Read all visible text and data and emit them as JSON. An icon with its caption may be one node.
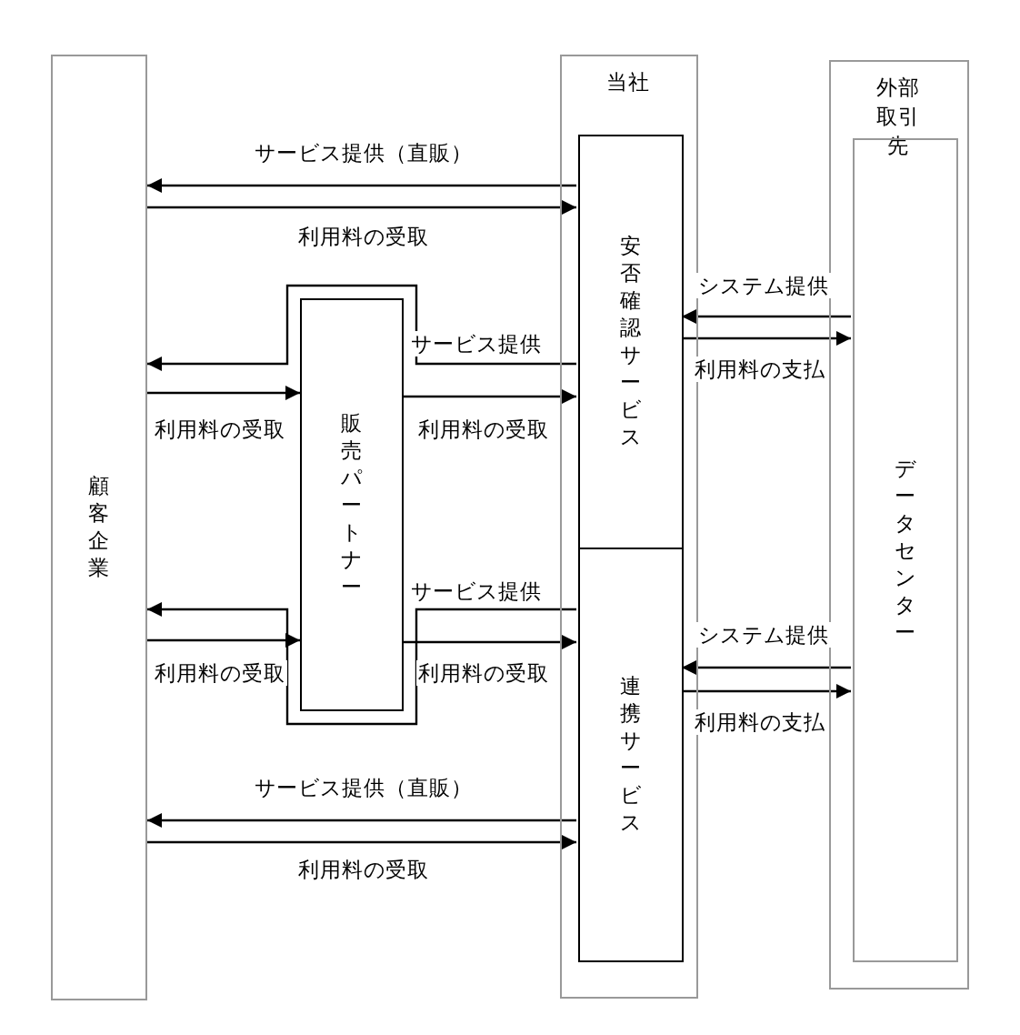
{
  "diagram": {
    "nodes": [
      {
        "text": [
          "顧客企業"
        ]
      },
      {
        "text": [
          "当社"
        ]
      },
      {
        "text": [
          "安否確認サービス"
        ],
        "in": 1
      },
      {
        "text": [
          "連携サービス"
        ],
        "in": 1
      },
      {
        "text": [
          "販売パートナー"
        ]
      },
      {
        "text": [
          "外部取引先"
        ]
      },
      {
        "text": [
          "データセンター"
        ],
        "in": 5
      }
    ],
    "edges": [
      {
        "from": 2,
        "to": 0,
        "arrow": "to",
        "label": "サービス提供（直販）"
      },
      {
        "from": 0,
        "to": 2,
        "arrow": "to",
        "label": "利用料の受取"
      },
      {
        "from": 2,
        "to": 0,
        "arrow": "to",
        "label": "サービス提供"
      },
      {
        "from": 0,
        "to": 4,
        "arrow": "to",
        "label": "利用料の受取"
      },
      {
        "from": 4,
        "to": 2,
        "arrow": "to",
        "label": "利用料の受取"
      },
      {
        "from": 6,
        "to": 2,
        "arrow": "to",
        "label": "システム提供"
      },
      {
        "from": 2,
        "to": 6,
        "arrow": "to",
        "label": "利用料の支払"
      },
      {
        "from": 3,
        "to": 0,
        "arrow": "to",
        "label": "サービス提供"
      },
      {
        "from": 0,
        "to": 4,
        "arrow": "to",
        "label": "利用料の受取"
      },
      {
        "from": 4,
        "to": 3,
        "arrow": "to",
        "label": "利用料の受取"
      },
      {
        "from": 6,
        "to": 3,
        "arrow": "to",
        "label": "システム提供"
      },
      {
        "from": 3,
        "to": 6,
        "arrow": "to",
        "label": "利用料の支払"
      },
      {
        "from": 3,
        "to": 0,
        "arrow": "to",
        "label": "サービス提供（直販）"
      },
      {
        "from": 0,
        "to": 3,
        "arrow": "to",
        "label": "利用料の受取"
      }
    ]
  }
}
